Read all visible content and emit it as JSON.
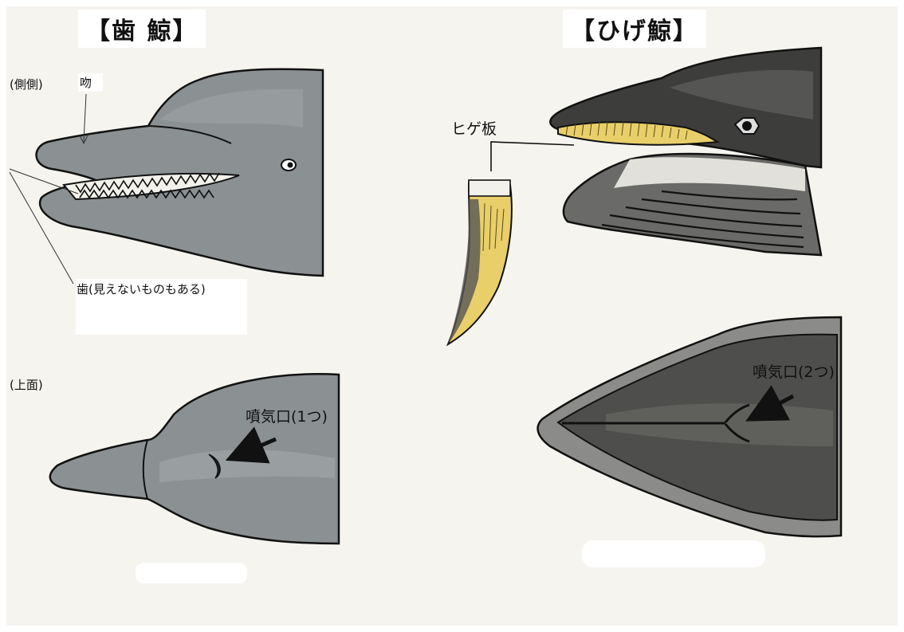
{
  "colors": {
    "paper": "#f6f4ef",
    "toothed_whale_gray": "#8b9092",
    "toothed_whale_light": "#a8adaf",
    "baleen_dark": "#3d3d3b",
    "baleen_mid": "#6a6a68",
    "baleen_plate_yellow": "#e8cf6a",
    "outline": "#111111"
  },
  "toothed_whale": {
    "title": "【歯 鯨】",
    "side_view_label": "(側側)",
    "top_view_label": "(上面)",
    "snout_label": "吻",
    "teeth_label": "歯(見えないものもある)",
    "blowhole_label": "噴気口(1つ)"
  },
  "baleen_whale": {
    "title": "【ひげ鯨】",
    "baleen_plate_label": "ヒゲ板",
    "blowhole_label": "噴気口(2つ)"
  },
  "icons": [
    "arrow-icon",
    "eye-icon"
  ]
}
